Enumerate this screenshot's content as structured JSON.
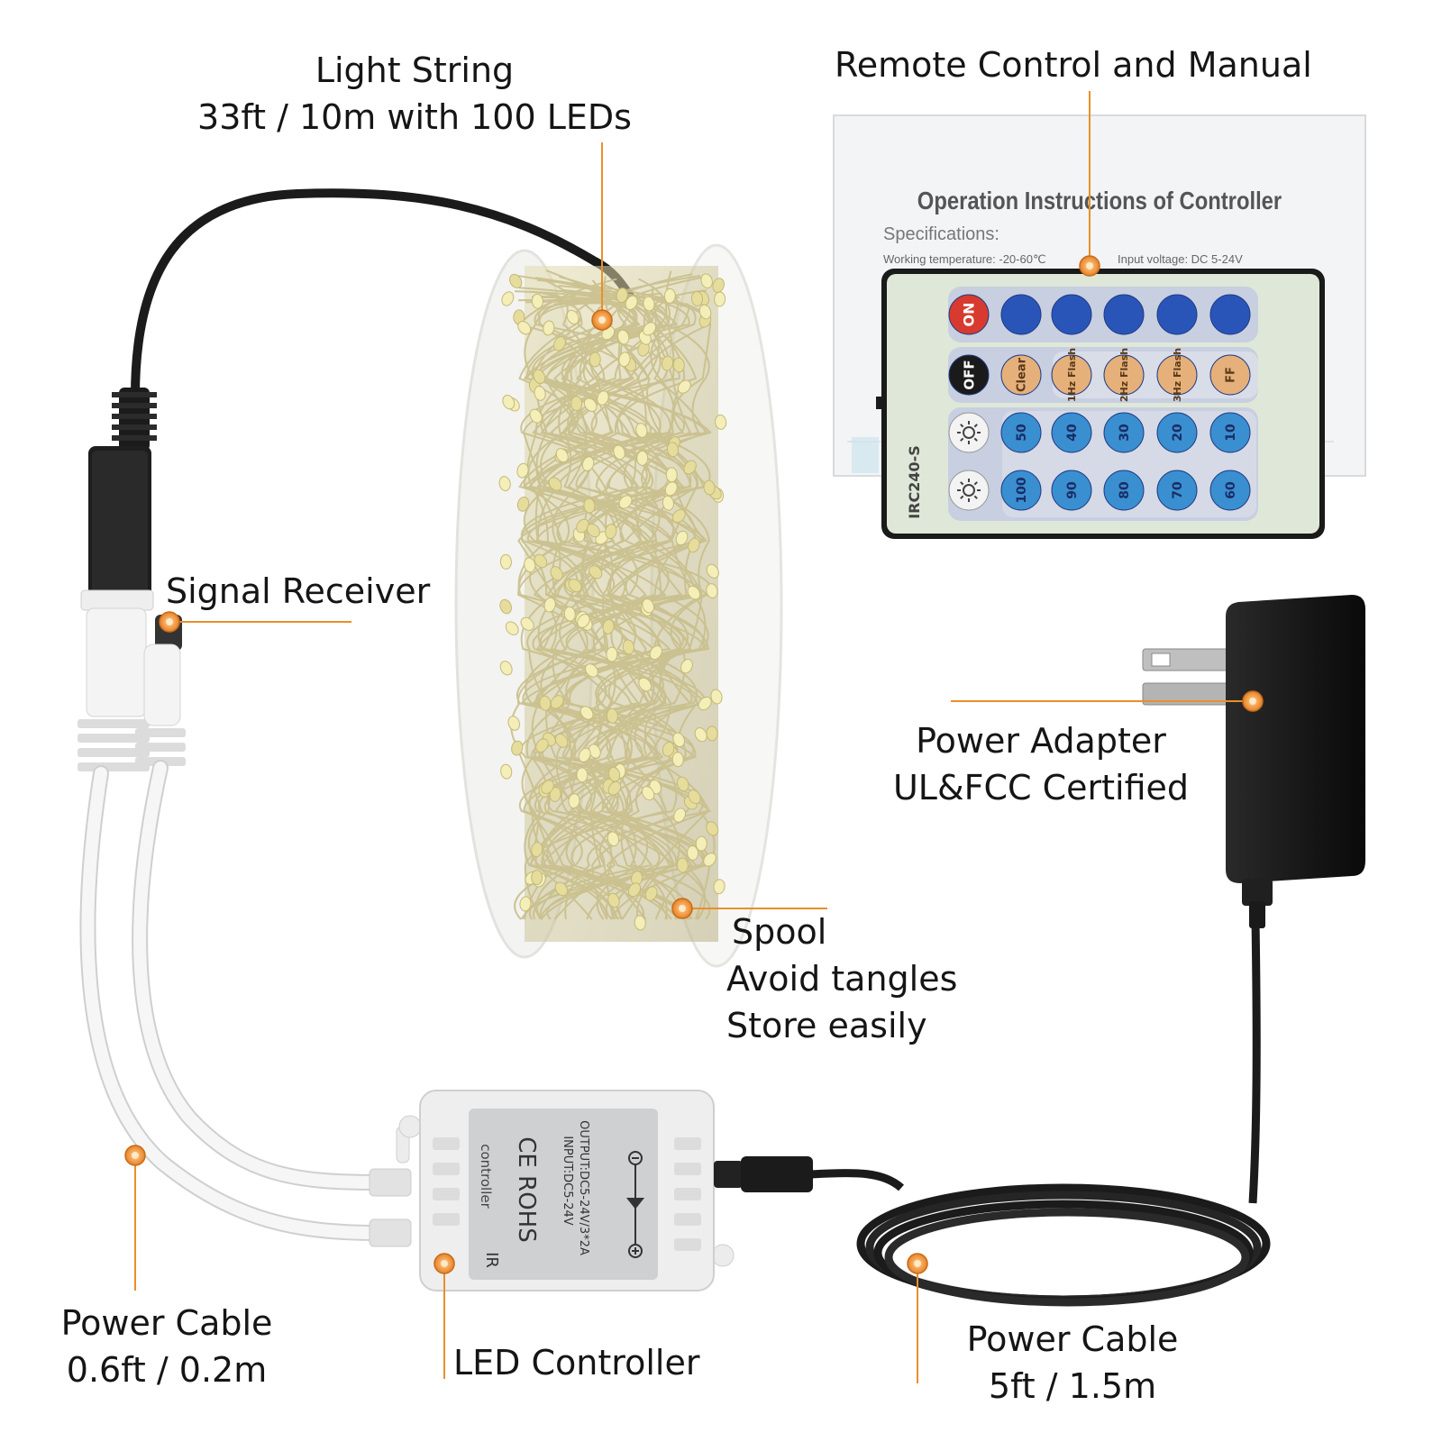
{
  "labels": {
    "light_string": {
      "line1": "Light String",
      "line2": "33ft / 10m with 100 LEDs"
    },
    "remote": "Remote Control and Manual",
    "signal_receiver": "Signal Receiver",
    "power_adapter": {
      "line1": "Power Adapter",
      "line2": "UL&FCC Certified"
    },
    "spool": {
      "line1": "Spool",
      "line2": "Avoid tangles",
      "line3": "Store easily"
    },
    "power_cable_short": {
      "line1": "Power Cable",
      "line2": "0.6ft / 0.2m"
    },
    "led_controller": "LED Controller",
    "power_cable_long": {
      "line1": "Power Cable",
      "line2": "5ft / 1.5m"
    }
  },
  "manual": {
    "title": "Operation Instructions of Controller",
    "spec_heading": "Specifications:",
    "working_temp": "Working temperature:  -20-60℃",
    "input_voltage": "Input voltage:  DC 5-24V"
  },
  "remote": {
    "model": "IRC240-S",
    "on": "ON",
    "off": "OFF",
    "clear": "Clear",
    "flash_buttons": [
      "1Hz Flash",
      "2Hz Flash",
      "3Hz Flash"
    ],
    "ff": "FF",
    "brightness_row1": [
      "50",
      "40",
      "30",
      "20",
      "10"
    ],
    "brightness_row2": [
      "100",
      "90",
      "80",
      "70",
      "60"
    ]
  },
  "controller": {
    "input": "INPUT:DC5-24V",
    "output": "OUTPUT:DC5-24V/3*2A",
    "marks": "CE ROHS",
    "name": "controller",
    "ir": "IR"
  },
  "colors": {
    "callout": "#e8902a",
    "dot": "#f29a2e",
    "cable_black": "#1b1b1b",
    "cable_white": "#f3f3f3",
    "remote_body": "#dfe8d8",
    "button_blue": "#3a8fd0",
    "button_navy": "#2a55b8",
    "button_orange": "#e6b07a",
    "button_red": "#d83a2f"
  }
}
